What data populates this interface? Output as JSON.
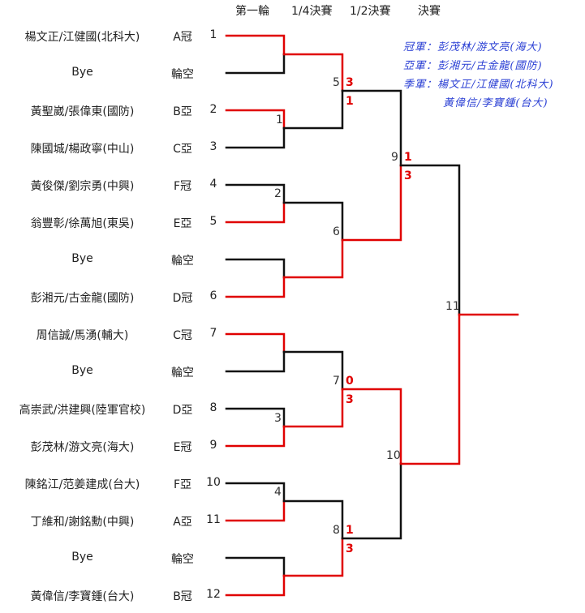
{
  "headers": {
    "round1": "第一輪",
    "quarter": "1/4決賽",
    "semi": "1/2決賽",
    "final": "決賽"
  },
  "entries": [
    {
      "name": "楊文正/江健國(北科大)",
      "seed": "A冠",
      "num": "1"
    },
    {
      "name": "Bye",
      "seed": "輪空",
      "num": ""
    },
    {
      "name": "黃聖崴/張偉東(國防)",
      "seed": "B亞",
      "num": "2"
    },
    {
      "name": "陳國城/楊政寧(中山)",
      "seed": "C亞",
      "num": "3"
    },
    {
      "name": "黃俊傑/劉宗勇(中興)",
      "seed": "F冠",
      "num": "4"
    },
    {
      "name": "翁豐彰/徐萬旭(東吳)",
      "seed": "E亞",
      "num": "5"
    },
    {
      "name": "Bye",
      "seed": "輪空",
      "num": ""
    },
    {
      "name": "彭湘元/古金龍(國防)",
      "seed": "D冠",
      "num": "6"
    },
    {
      "name": "周信誠/馬湧(輔大)",
      "seed": "C冠",
      "num": "7"
    },
    {
      "name": "Bye",
      "seed": "輪空",
      "num": ""
    },
    {
      "name": "高崇武/洪建興(陸軍官校)",
      "seed": "D亞",
      "num": "8"
    },
    {
      "name": "彭茂林/游文亮(海大)",
      "seed": "E冠",
      "num": "9"
    },
    {
      "name": "陳銘江/范姜建成(台大)",
      "seed": "F亞",
      "num": "10"
    },
    {
      "name": "丁維和/謝銘勳(中興)",
      "seed": "A亞",
      "num": "11"
    },
    {
      "name": "Bye",
      "seed": "輪空",
      "num": ""
    },
    {
      "name": "黃偉信/李寶鍾(台大)",
      "seed": "B冠",
      "num": "12"
    }
  ],
  "matches": {
    "m1": "1",
    "m2": "2",
    "m3": "3",
    "m4": "4",
    "m5": "5",
    "m6": "6",
    "m7": "7",
    "m8": "8",
    "m9": "9",
    "m10": "10",
    "m11": "11"
  },
  "scores": {
    "m5_top": "3",
    "m5_bottom": "1",
    "m9_top": "1",
    "m9_bottom": "3",
    "m7_top": "0",
    "m7_bottom": "3",
    "m8_top": "1",
    "m8_bottom": "3"
  },
  "results": {
    "champion": "冠軍：彭茂林/游文亮(海大)",
    "runner_up": "亞軍：彭湘元/古金龍(國防)",
    "third_1": "季軍：楊文正/江健國(北科大)",
    "third_2": "黃偉信/李寶鍾(台大)"
  },
  "colors": {
    "winner_line": "#e00000",
    "loser_line": "#111111",
    "result_text": "#2a3fd4"
  }
}
